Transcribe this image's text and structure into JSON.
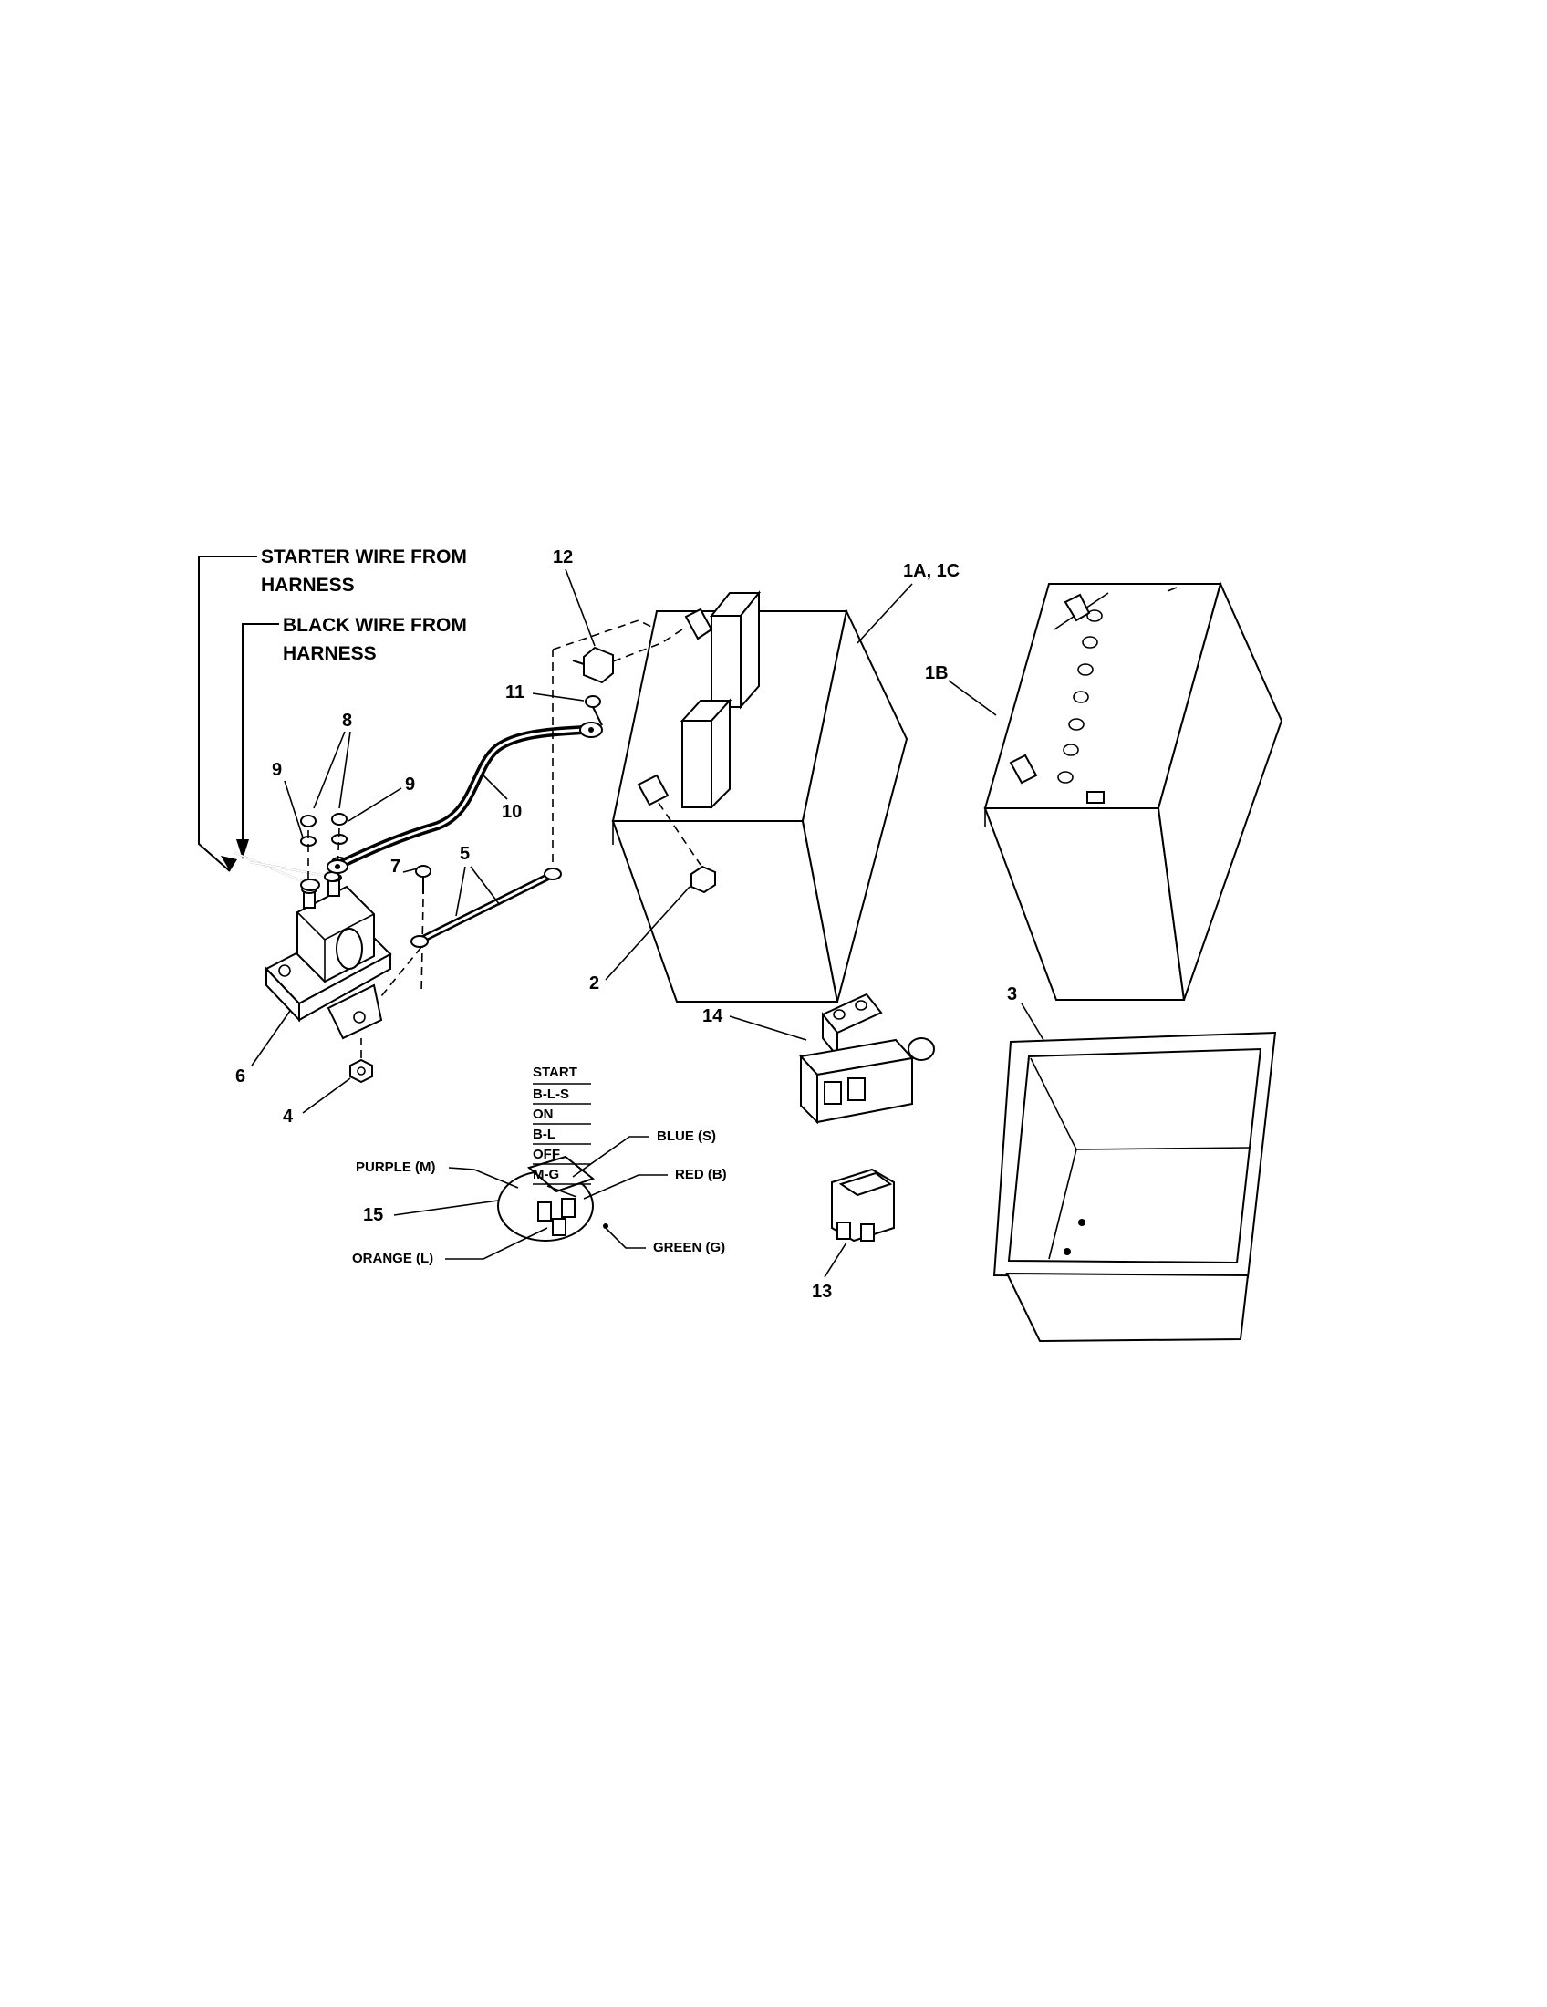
{
  "labels": {
    "starter_wire": [
      "STARTER WIRE FROM",
      "HARNESS"
    ],
    "black_wire": [
      "BLACK WIRE FROM",
      "HARNESS"
    ],
    "part_1a_1c": "1A, 1C",
    "part_1b": "1B",
    "part_2": "2",
    "part_3": "3",
    "part_4": "4",
    "part_5": "5",
    "part_6": "6",
    "part_7": "7",
    "part_8": "8",
    "part_9_left": "9",
    "part_9_right": "9",
    "part_10": "10",
    "part_11": "11",
    "part_12": "12",
    "part_13": "13",
    "part_14": "14",
    "part_15": "15"
  },
  "switch_positions": [
    "START",
    "B-L-S",
    "ON",
    "B-L",
    "OFF",
    "M-G"
  ],
  "wire_colors": {
    "purple": "PURPLE (M)",
    "blue": "BLUE (S)",
    "red": "RED (B)",
    "green": "GREEN (G)",
    "orange": "ORANGE (L)"
  }
}
